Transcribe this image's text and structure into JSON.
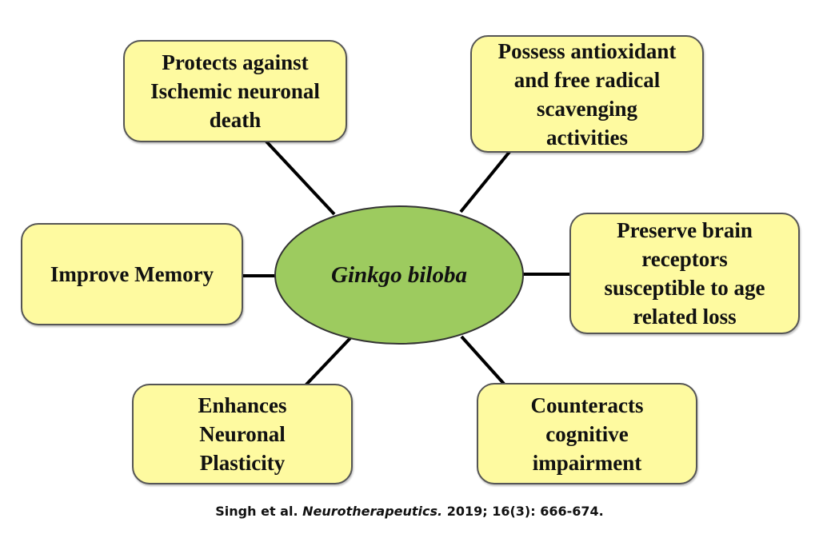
{
  "diagram": {
    "center": {
      "label": "Ginkgo biloba",
      "fill": "#9dcb5f"
    },
    "box_fill": "#fefaa0",
    "nodes": [
      {
        "id": "ischemic",
        "label": "Protects against\nIschemic neuronal\ndeath"
      },
      {
        "id": "antioxidant",
        "label": "Possess antioxidant\nand free radical\nscavenging\nactivities"
      },
      {
        "id": "memory",
        "label": "Improve Memory"
      },
      {
        "id": "receptors",
        "label": "Preserve brain\nreceptors\nsusceptible to age\nrelated loss"
      },
      {
        "id": "plasticity",
        "label": "Enhances\nNeuronal\nPlasticity"
      },
      {
        "id": "cognitive",
        "label": "Counteracts\ncognitive\nimpairment"
      }
    ]
  },
  "citation": {
    "authors": "Singh et al.",
    "journal": "Neurotherapeutics.",
    "details": "2019; 16(3): 666-674."
  }
}
